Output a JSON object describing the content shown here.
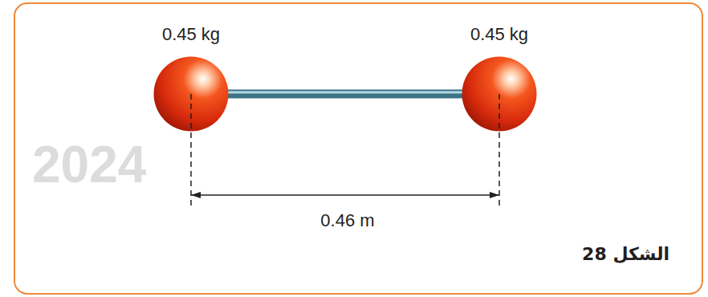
{
  "diagram": {
    "nodes": [
      {
        "text": [
          "0.45 kg"
        ]
      },
      {
        "text": [
          "0.45 kg"
        ]
      }
    ],
    "edges": [
      {
        "from": 0,
        "to": 1,
        "arrow": "none"
      }
    ],
    "labels": [
      "0.46 m",
      "الشكل 28",
      "2024"
    ]
  }
}
